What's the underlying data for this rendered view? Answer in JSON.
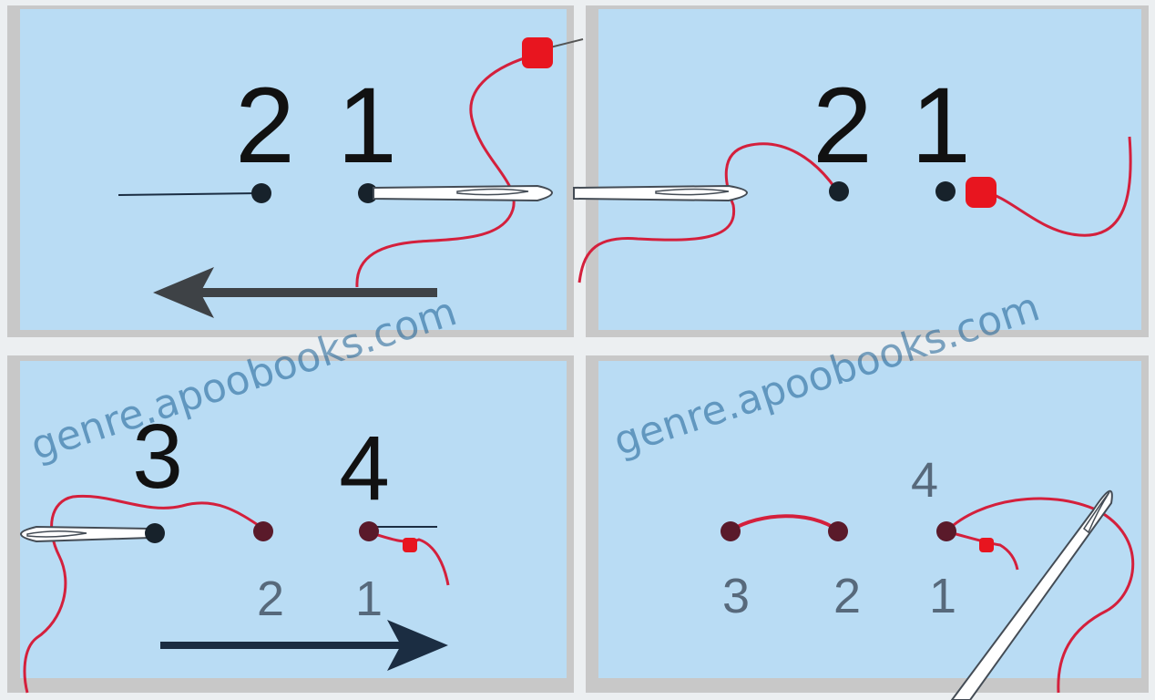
{
  "panels": [
    {
      "id": "step-1",
      "big_numbers": [
        "2",
        "1"
      ],
      "small_numbers": [],
      "arrow_direction": "left"
    },
    {
      "id": "step-2",
      "big_numbers": [
        "2",
        "1"
      ],
      "small_numbers": []
    },
    {
      "id": "step-3",
      "big_numbers": [
        "3",
        "4"
      ],
      "small_numbers": [
        "2",
        "1"
      ],
      "arrow_direction": "right"
    },
    {
      "id": "step-4",
      "big_numbers": [
        "4"
      ],
      "small_numbers": [
        "3",
        "2",
        "1"
      ]
    }
  ],
  "watermark": "genre.apoobooks.com",
  "colors": {
    "fabric": "#b9dcf4",
    "frame": "#c8c8c8",
    "gutter": "#eceff1",
    "thread": "#d4203c",
    "knot": "#e8151f",
    "dot": "#17222b",
    "arrow_dark": "#3e4246",
    "arrow_navy": "#1b2d42",
    "needle_outline": "#444c55",
    "needle_fill": "#ffffff",
    "small_number": "#57697b",
    "watermark": "#1a5f93"
  }
}
